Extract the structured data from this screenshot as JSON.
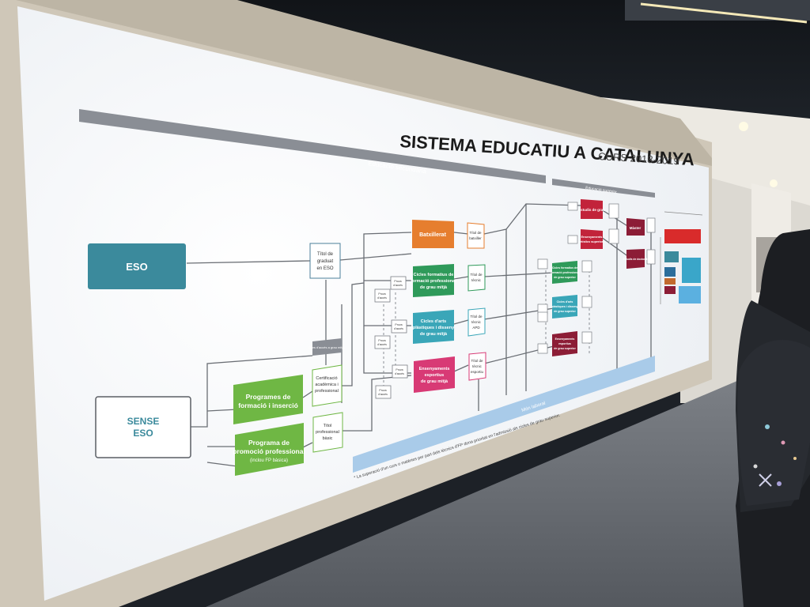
{
  "panel": {
    "title": "SISTEMA EDUCATIU A CATALUNYA",
    "course": "CURS 2018-2019",
    "section_secondary": "Educació secundària",
    "section_higher": "Educació superior",
    "footnote": "* La superació d'un curs o matèries per part dels tècnics d'FP dona prioritat en l'admissió als cicles de grau superior.",
    "bottom_bar": "Món laboral"
  },
  "boxes": {
    "eso": "ESO",
    "sense_1": "SENSE",
    "sense_2": "ESO",
    "titol_graduat_1": "Títol de",
    "titol_graduat_2": "graduat",
    "titol_graduat_3": "en ESO",
    "pfi_1": "Programes de",
    "pfi_2": "formació i inserció",
    "ppp_1": "Programa de",
    "ppp_2": "promoció professional",
    "ppp_3": "(inclou FP bàsica)",
    "certificacio_1": "Certificació",
    "certificacio_2": "acadèmica i",
    "certificacio_3": "professional",
    "titol_basic_1": "Títol",
    "titol_basic_2": "professional",
    "titol_basic_3": "bàsic",
    "batxillerat": "Batxillerat",
    "titol_batx_1": "Títol de",
    "titol_batx_2": "batxiller",
    "cfgm_1": "Cicles formatius de",
    "cfgm_2": "formació professional",
    "cfgm_3": "de grau mitjà",
    "titol_tecnic_1": "Títol de",
    "titol_tecnic_2": "tècnic",
    "arts_1": "Cicles d'arts",
    "arts_2": "plàstiques i disseny",
    "arts_3": "de grau mitjà",
    "titol_apd_1": "Títol de",
    "titol_apd_2": "tècnic",
    "titol_apd_3": "APD",
    "esportius_1": "Ensenyaments",
    "esportius_2": "esportius",
    "esportius_3": "de grau mitjà",
    "titol_esp_1": "Títol de",
    "titol_esp_2": "tècnic",
    "titol_esp_3": "esportiu",
    "curs_acces": "Curs d'accés a grau mitjà",
    "prova_acces_1": "Prova",
    "prova_acces_2": "d'accés",
    "estudis_grau": "Estudis de grau",
    "ens_artistics_1": "Ensenyaments",
    "ens_artistics_2": "artístics superiors",
    "cfgs_1": "Cicles formatius de",
    "cfgs_2": "formació professional",
    "cfgs_3": "de grau superior",
    "cicles_arts_sup_1": "Cicles d'arts",
    "cicles_arts_sup_2": "plàstiques i disseny",
    "cicles_arts_sup_3": "de grau superior",
    "esportius_sup_1": "Ensenyaments",
    "esportius_sup_2": "esportius",
    "esportius_sup_3": "de grau superior",
    "master": "Màster",
    "doctorat": "Estudis de doctorat"
  },
  "colors": {
    "wall_white": "#f7f8fa",
    "eso_teal": "#3b8a9c",
    "green": "#6fb744",
    "orange": "#e67e2e",
    "dark_green": "#2f9a5a",
    "teal": "#3aa6b8",
    "magenta": "#d83a75",
    "crimson": "#c2233a",
    "maroon": "#8c1d36",
    "light_blue": "#a9cbe9",
    "gray_bar": "#7b7f86"
  }
}
